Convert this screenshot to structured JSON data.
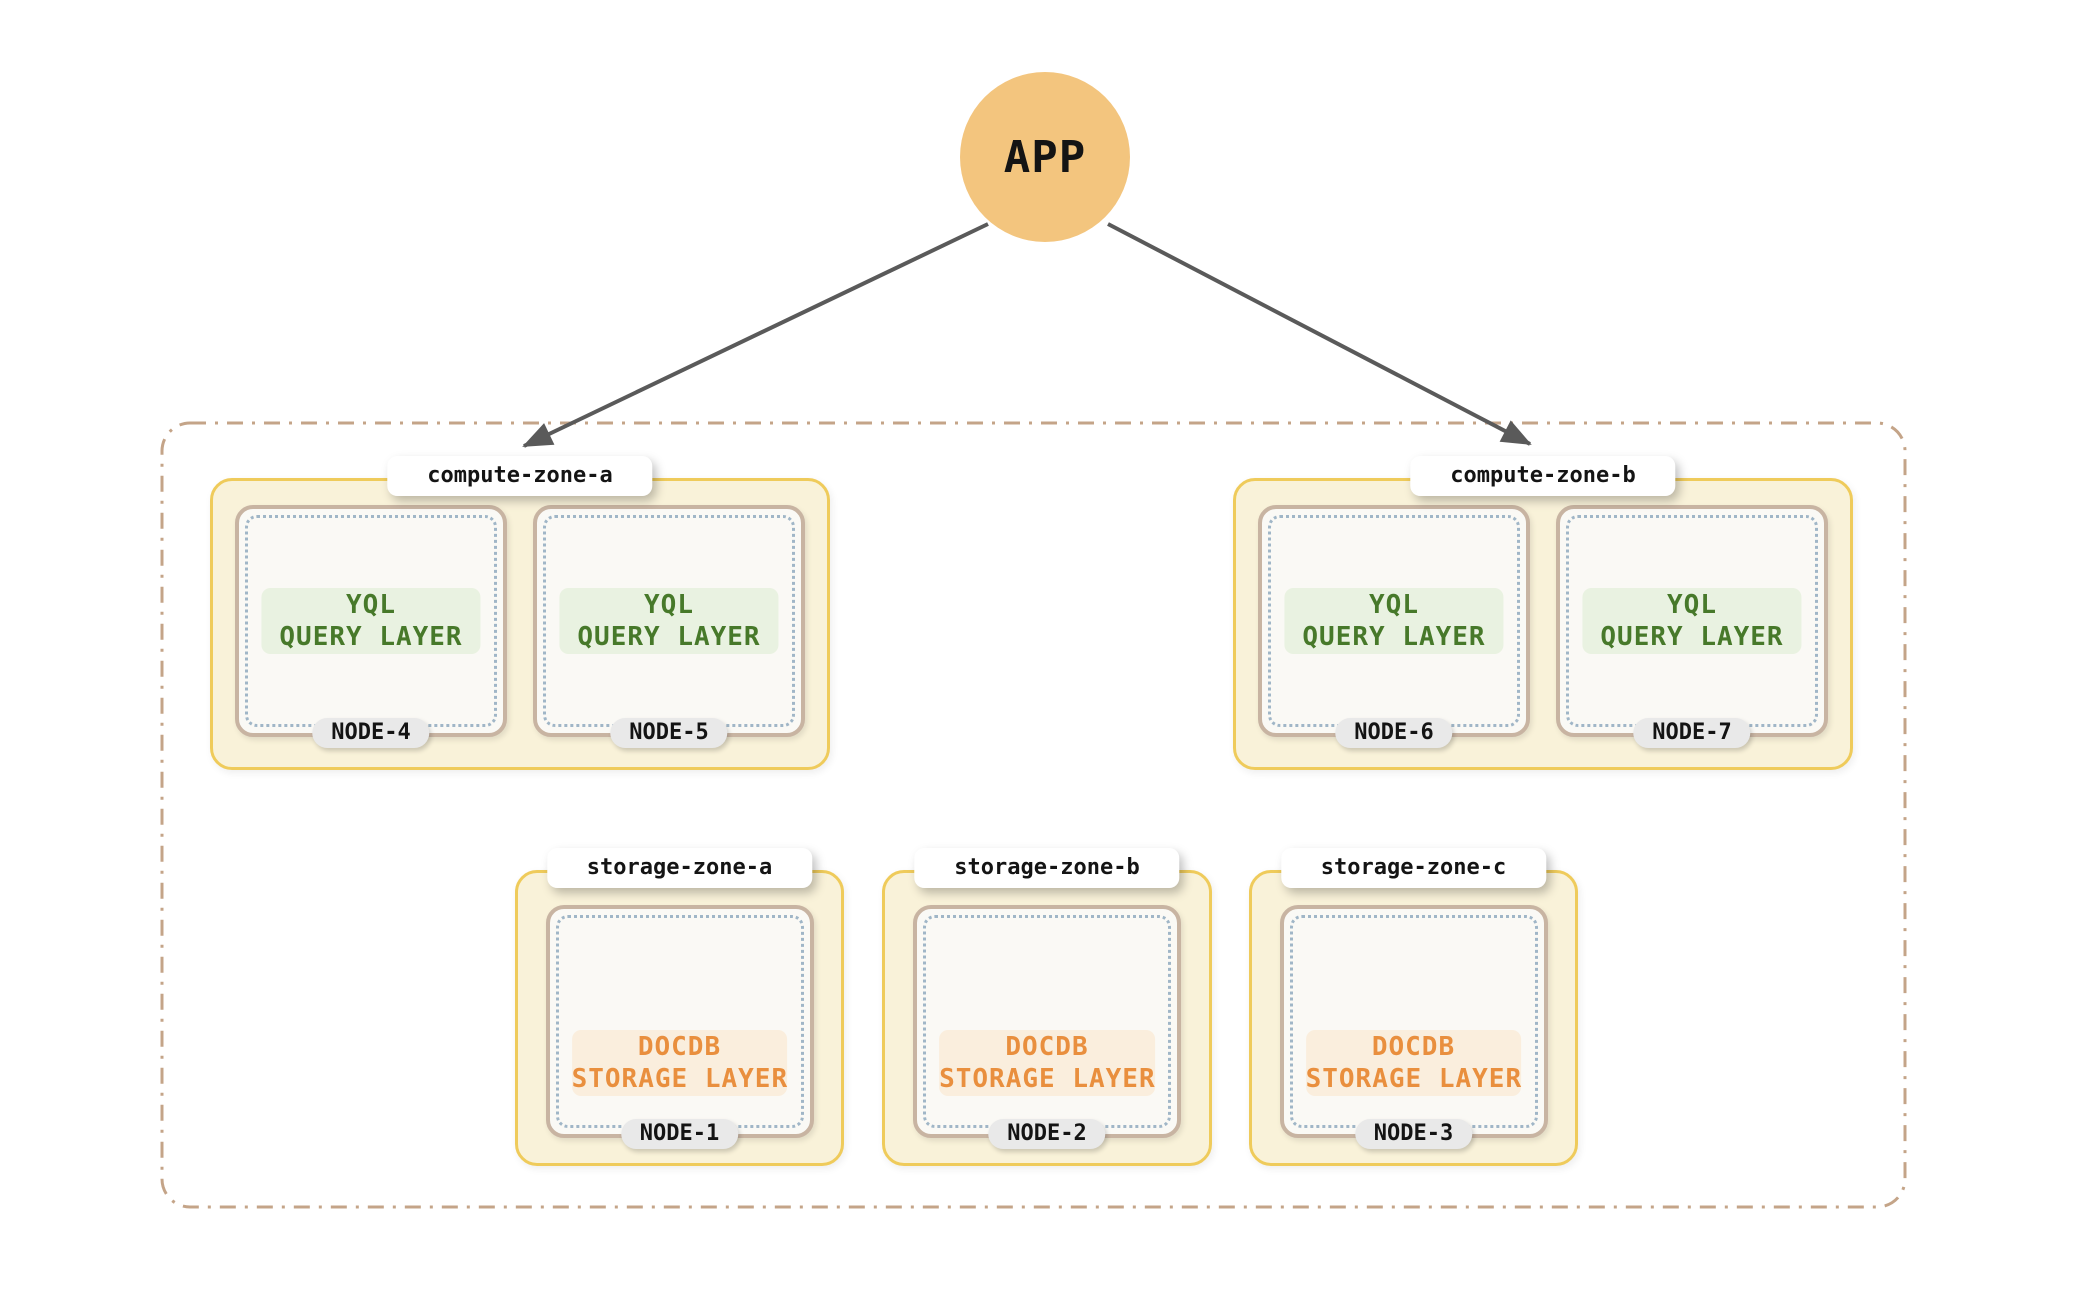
{
  "app": {
    "label": "APP"
  },
  "zones": [
    {
      "label": "compute-zone-a",
      "type": "compute",
      "nodes": [
        {
          "name": "NODE-4",
          "layer": [
            "YQL",
            "QUERY LAYER"
          ]
        },
        {
          "name": "NODE-5",
          "layer": [
            "YQL",
            "QUERY LAYER"
          ]
        }
      ]
    },
    {
      "label": "compute-zone-b",
      "type": "compute",
      "nodes": [
        {
          "name": "NODE-6",
          "layer": [
            "YQL",
            "QUERY LAYER"
          ]
        },
        {
          "name": "NODE-7",
          "layer": [
            "YQL",
            "QUERY LAYER"
          ]
        }
      ]
    },
    {
      "label": "storage-zone-a",
      "type": "storage",
      "nodes": [
        {
          "name": "NODE-1",
          "layer": [
            "DOCDB",
            "STORAGE LAYER"
          ]
        }
      ]
    },
    {
      "label": "storage-zone-b",
      "type": "storage",
      "nodes": [
        {
          "name": "NODE-2",
          "layer": [
            "DOCDB",
            "STORAGE LAYER"
          ]
        }
      ]
    },
    {
      "label": "storage-zone-c",
      "type": "storage",
      "nodes": [
        {
          "name": "NODE-3",
          "layer": [
            "DOCDB",
            "STORAGE LAYER"
          ]
        }
      ]
    }
  ],
  "palette": {
    "circle_fill": "#F3C57E",
    "zone_fill": "#F9F2D9",
    "zone_border": "#EFCB5B",
    "node_fill": "#FAF9F5",
    "node_border": "#C8B4A2",
    "dot_color": "#A0B6C7",
    "green_text": "#47792A",
    "green_bg": "#E9F2E1",
    "orange_text": "#E98F3E",
    "orange_bg": "#FAEEDD",
    "pill_bg": "#E9E9E9",
    "label_bg": "#FFFFFF",
    "text_dark": "#141414",
    "outer_border": "#C4A488",
    "arrow_color": "#5A5A5A"
  }
}
